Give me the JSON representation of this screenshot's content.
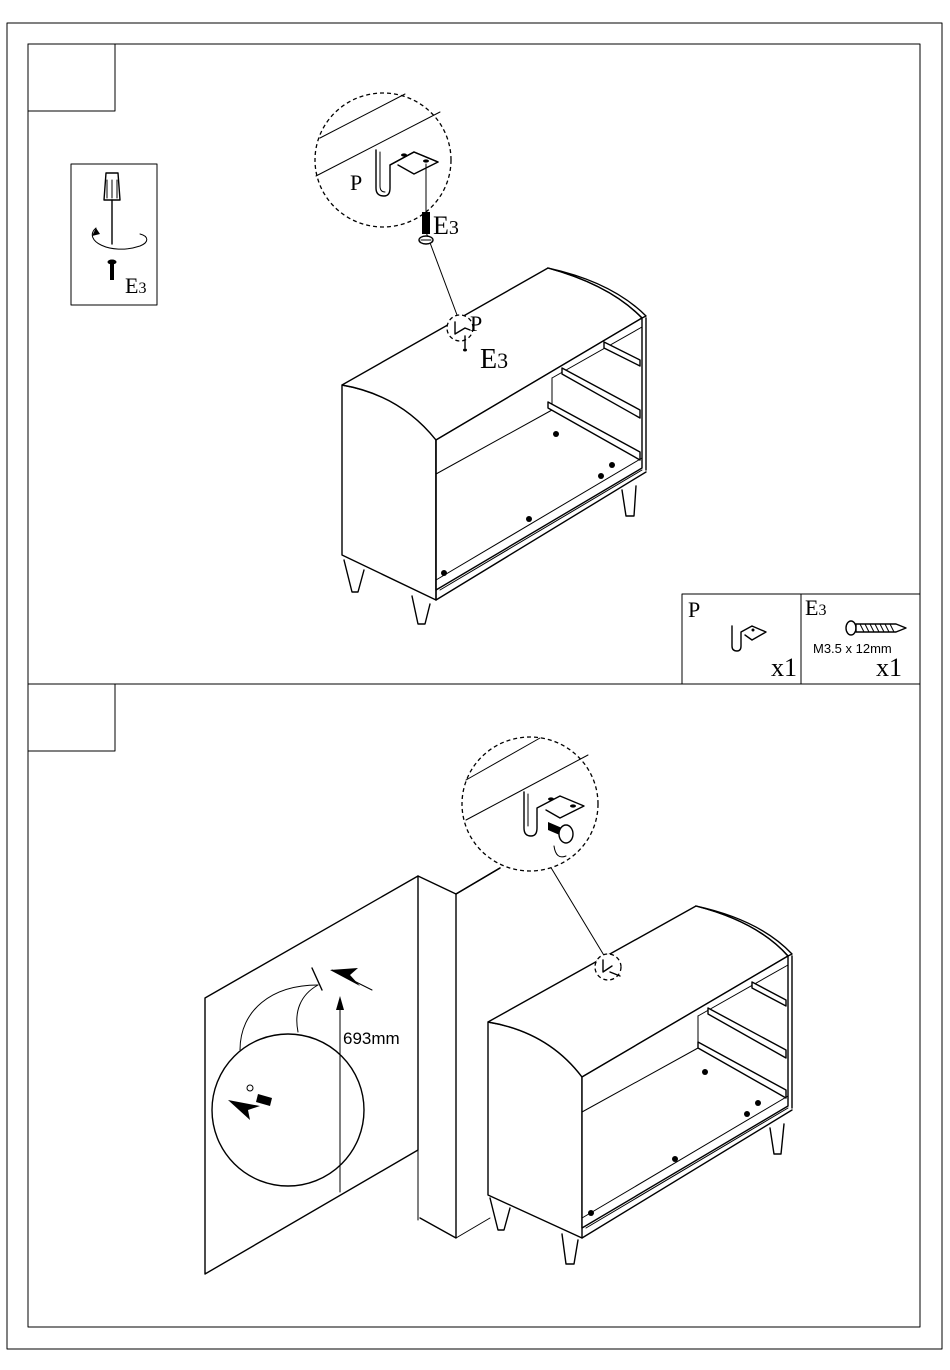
{
  "parts": {
    "bracket": {
      "letter": "P",
      "quantity": "x1"
    },
    "screw": {
      "letter": "E",
      "subscript": "3",
      "size": "M3.5 x 12mm",
      "quantity": "x1"
    }
  },
  "step1": {
    "tool_label": {
      "letter": "E",
      "subscript": "3"
    },
    "detail_labels": {
      "bracket": "P",
      "screw": "E",
      "screw_sub": "3"
    },
    "cabinet_labels": {
      "bracket": "P",
      "screw": "E",
      "screw_sub": "3"
    }
  },
  "step2": {
    "wall_height": "693mm"
  }
}
